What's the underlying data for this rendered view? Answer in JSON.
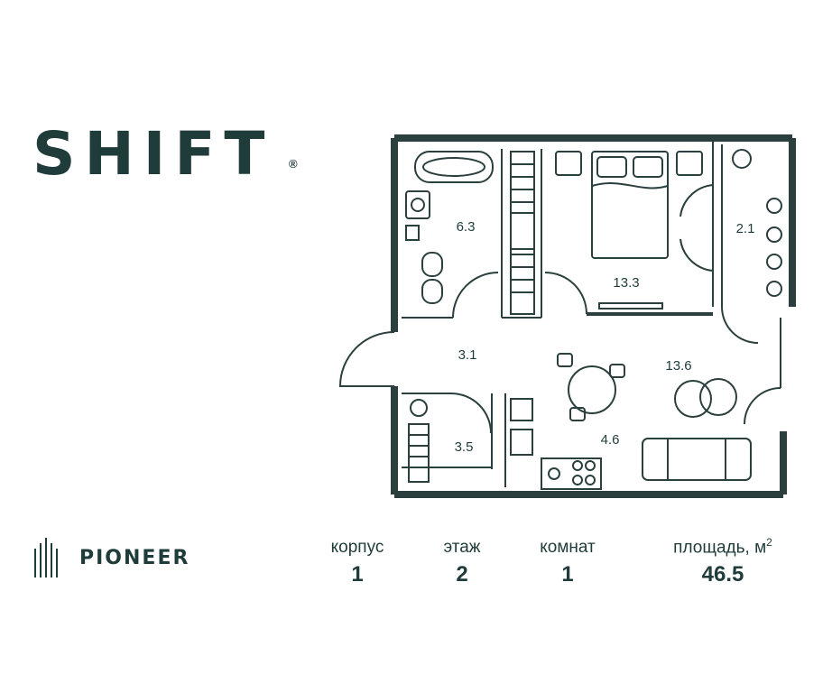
{
  "brand": {
    "name": "SHIFT",
    "registered": "®"
  },
  "developer": {
    "name": "PIONEER"
  },
  "rooms": [
    {
      "id": "bathroom",
      "area": "6.3"
    },
    {
      "id": "bedroom",
      "area": "13.3"
    },
    {
      "id": "balcony",
      "area": "2.1"
    },
    {
      "id": "hall",
      "area": "3.1"
    },
    {
      "id": "living",
      "area": "13.6"
    },
    {
      "id": "laundry",
      "area": "3.5"
    },
    {
      "id": "kitchen",
      "area": "4.6"
    }
  ],
  "stats": {
    "building": {
      "label": "корпус",
      "value": "1"
    },
    "floor": {
      "label": "этаж",
      "value": "2"
    },
    "rooms": {
      "label": "комнат",
      "value": "1"
    },
    "area": {
      "label": "площадь, м",
      "label_sup": "2",
      "value": "46.5"
    }
  },
  "colors": {
    "accent": "#1f3b3a",
    "line": "#2a3f3e"
  }
}
